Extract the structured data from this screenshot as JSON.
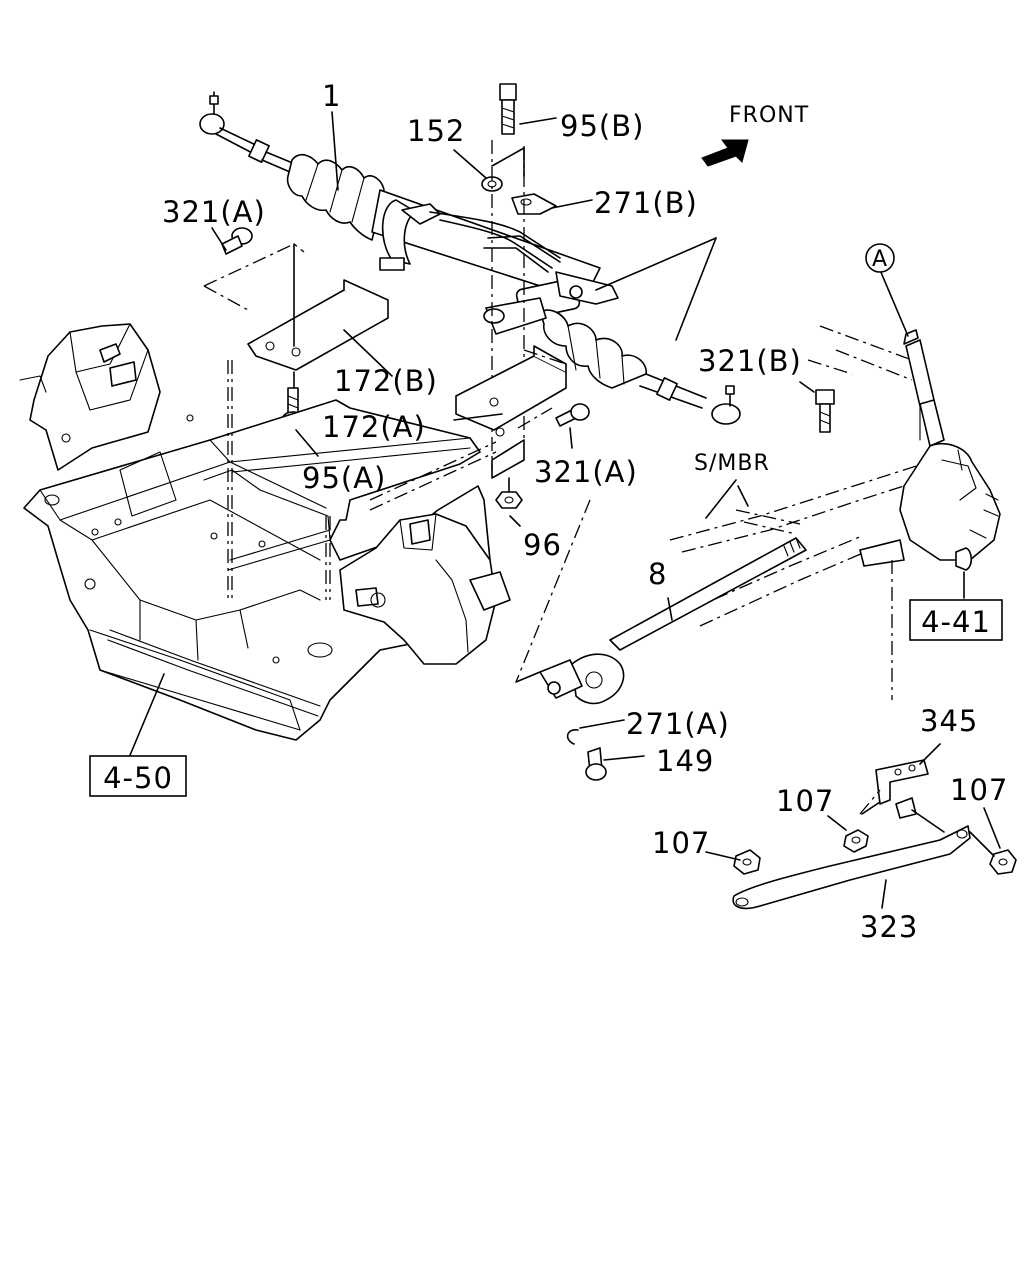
{
  "front_label": "FRONT",
  "callouts": {
    "c1": "1",
    "c152": "152",
    "c95b": "95(B)",
    "c271b": "271(B)",
    "c321a_top": "321(A)",
    "c172b": "172(B)",
    "c172a": "172(A)",
    "c95a": "95(A)",
    "c321a_mid": "321(A)",
    "c96": "96",
    "c321b": "321(B)",
    "cA": "A",
    "smbr": "S/MBR",
    "c8": "8",
    "c271a": "271(A)",
    "c149": "149",
    "c345": "345",
    "c107_mid": "107",
    "c107_right": "107",
    "c107_left": "107",
    "c323": "323"
  },
  "references": {
    "ref_441": "4-41",
    "ref_450": "4-50"
  },
  "icons": {
    "front_arrow": "front-arrow-icon"
  }
}
